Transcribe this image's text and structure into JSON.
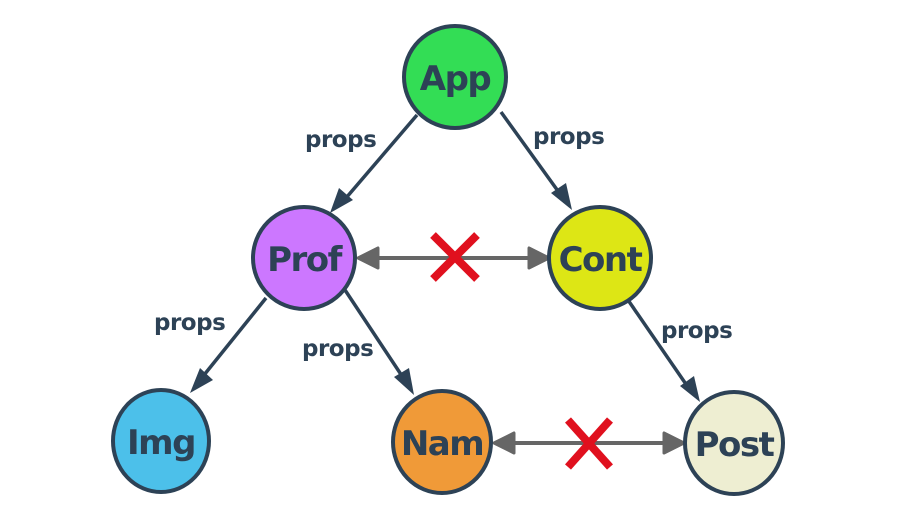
{
  "diagram": {
    "title": "",
    "colors": {
      "stroke": "#2d4256",
      "edge": "#2d4256",
      "blocked_edge": "#666666",
      "cross": "#e0101e"
    },
    "nodes": [
      {
        "id": "app",
        "label": "App",
        "fill": "#33dd55"
      },
      {
        "id": "prof",
        "label": "Prof",
        "fill": "#cc77ff"
      },
      {
        "id": "cont",
        "label": "Cont",
        "fill": "#dde615"
      },
      {
        "id": "img",
        "label": "Img",
        "fill": "#4cc0ea"
      },
      {
        "id": "nam",
        "label": "Nam",
        "fill": "#f09a38"
      },
      {
        "id": "post",
        "label": "Post",
        "fill": "#eeeed2"
      }
    ],
    "edges": [
      {
        "from": "app",
        "to": "prof",
        "label": "props"
      },
      {
        "from": "app",
        "to": "cont",
        "label": "props"
      },
      {
        "from": "prof",
        "to": "img",
        "label": "props"
      },
      {
        "from": "prof",
        "to": "nam",
        "label": "props"
      },
      {
        "from": "cont",
        "to": "post",
        "label": "props"
      }
    ],
    "blocked_edges": [
      {
        "between": [
          "prof",
          "cont"
        ],
        "marker": "cross"
      },
      {
        "between": [
          "nam",
          "post"
        ],
        "marker": "cross"
      }
    ]
  }
}
